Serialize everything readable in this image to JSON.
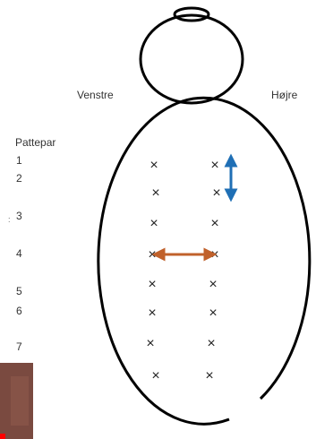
{
  "labels": {
    "left_side": "Venstre",
    "right_side": "Højre",
    "pair_header": "Pattepar"
  },
  "pairs": [
    {
      "number": "1"
    },
    {
      "number": "2"
    },
    {
      "number": "3"
    },
    {
      "number": "4"
    },
    {
      "number": "5"
    },
    {
      "number": "6"
    },
    {
      "number": "7"
    },
    {
      "number": ""
    }
  ],
  "teat_mark_glyph": "×",
  "colors": {
    "outline": "#000000",
    "text": "#333333",
    "vertical_arrow": "#1f6fb5",
    "horizontal_arrow": "#c0612b",
    "corner_patch": "#7a4a40",
    "corner_mark": "#ff0000"
  },
  "icons": {
    "vertical_arrow": "double-headed-vertical-arrow",
    "horizontal_arrow": "double-headed-horizontal-arrow"
  }
}
